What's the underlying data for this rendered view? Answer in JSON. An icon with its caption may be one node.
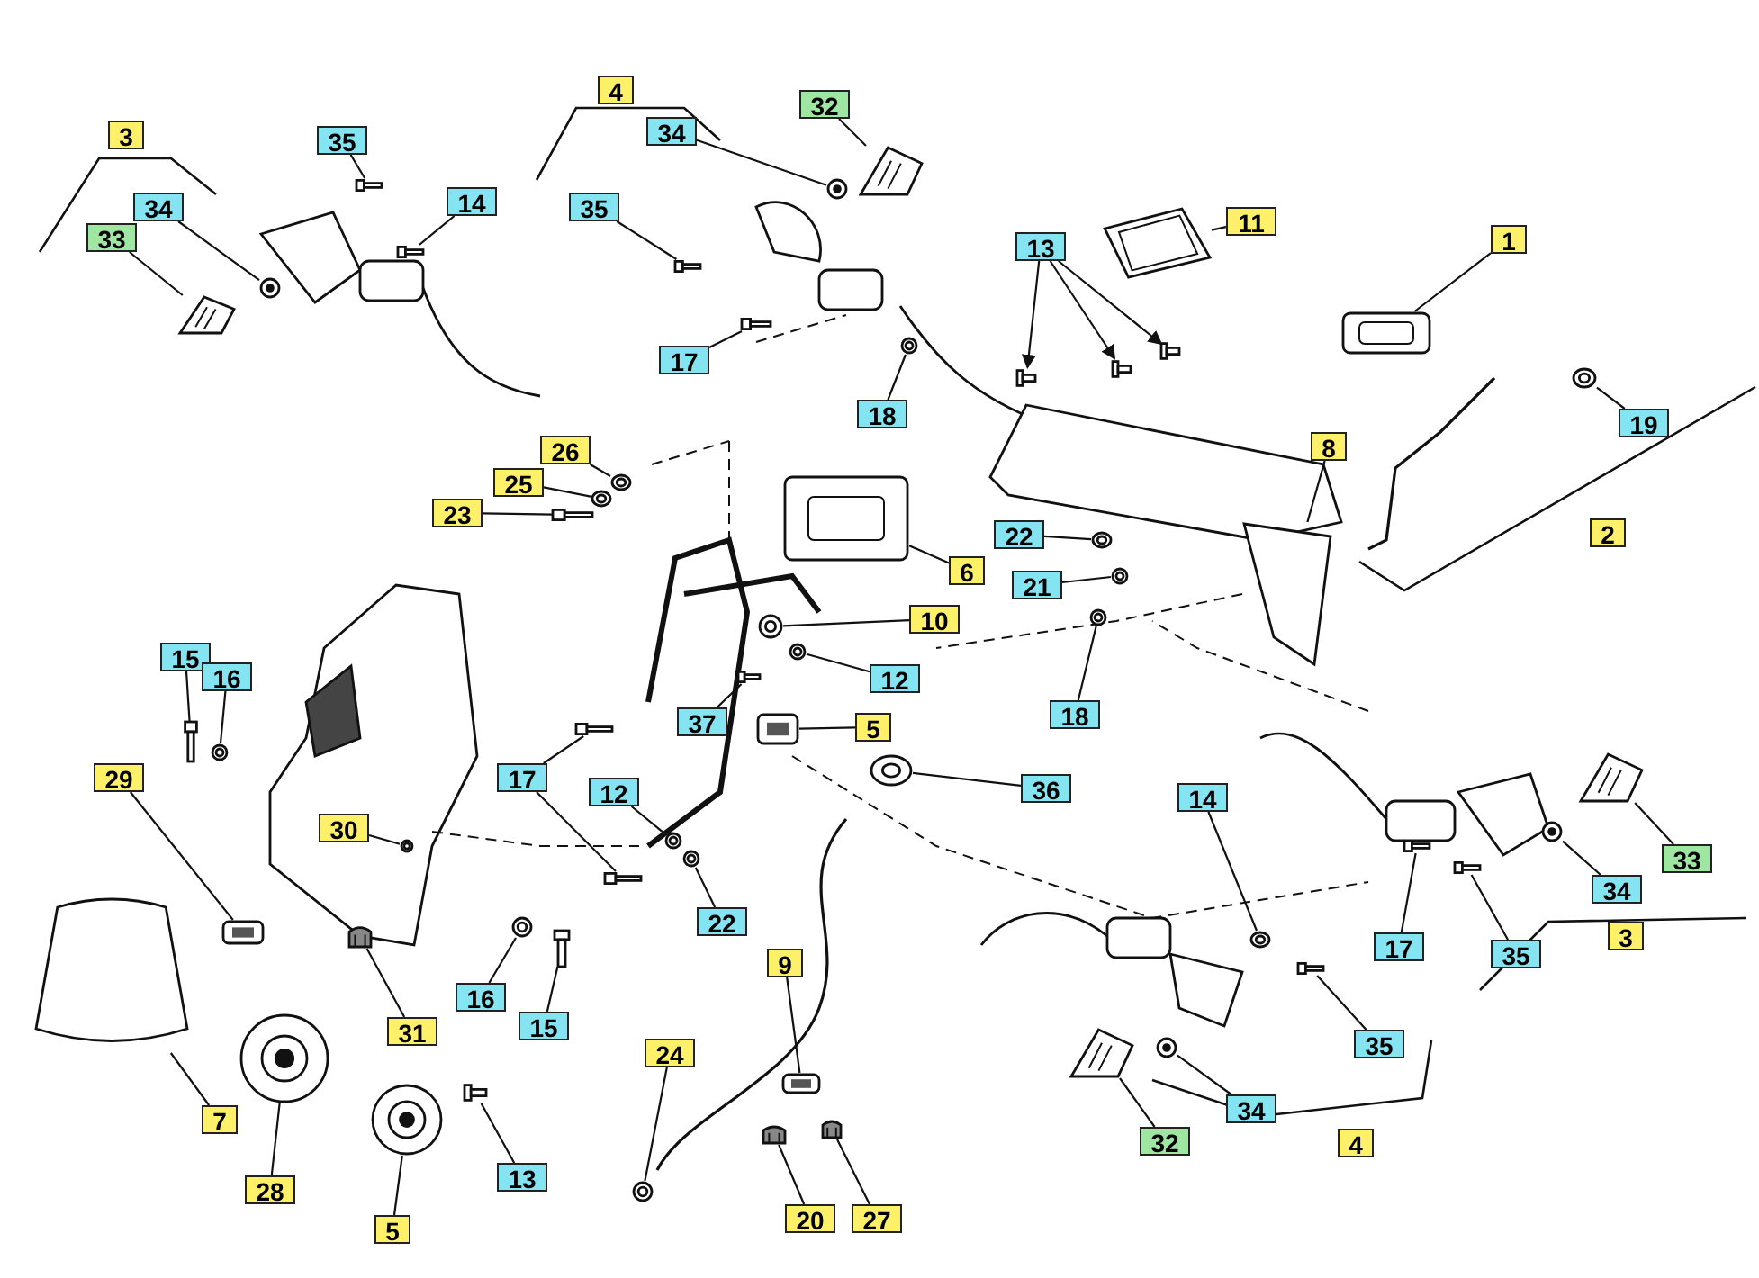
{
  "diagram": {
    "nodes": [
      {
        "text": [
          "35"
        ]
      },
      {
        "text": [],
        "shape": "picture"
      },
      {
        "text": [
          "34"
        ]
      },
      {
        "text": [],
        "shape": "circle"
      },
      {
        "text": [
          "14"
        ]
      },
      {
        "text": [],
        "shape": "picture"
      },
      {
        "text": [
          "33"
        ]
      },
      {
        "text": [],
        "shape": "picture"
      },
      {
        "text": [
          "32"
        ]
      },
      {
        "text": [],
        "shape": "picture"
      },
      {
        "text": [
          "34"
        ]
      },
      {
        "text": [],
        "shape": "circle"
      },
      {
        "text": [
          "35"
        ]
      },
      {
        "text": [],
        "shape": "picture"
      },
      {
        "text": [
          "17"
        ]
      },
      {
        "text": [],
        "shape": "picture"
      },
      {
        "text": [
          "18"
        ]
      },
      {
        "text": [],
        "shape": "picture"
      },
      {
        "text": [
          "13"
        ]
      },
      {
        "text": [],
        "shape": "picture"
      },
      {
        "text": [],
        "shape": "picture"
      },
      {
        "text": [],
        "shape": "picture"
      },
      {
        "text": [
          "11"
        ]
      },
      {
        "text": [],
        "shape": "picture"
      },
      {
        "text": [
          "1"
        ]
      },
      {
        "text": [],
        "shape": "picture"
      },
      {
        "text": [
          "19"
        ]
      },
      {
        "text": [],
        "shape": "picture"
      },
      {
        "text": [
          "8"
        ]
      },
      {
        "text": [],
        "shape": "picture"
      },
      {
        "text": [
          "22"
        ]
      },
      {
        "text": [],
        "shape": "picture"
      },
      {
        "text": [
          "21"
        ]
      },
      {
        "text": [],
        "shape": "picture"
      },
      {
        "text": [
          "6"
        ]
      },
      {
        "text": [],
        "shape": "picture"
      },
      {
        "text": [
          "18"
        ]
      },
      {
        "text": [],
        "shape": "picture"
      },
      {
        "text": [
          "26"
        ]
      },
      {
        "text": [],
        "shape": "picture"
      },
      {
        "text": [
          "25"
        ]
      },
      {
        "text": [],
        "shape": "picture"
      },
      {
        "text": [
          "23"
        ]
      },
      {
        "text": [],
        "shape": "picture"
      },
      {
        "text": [
          "10"
        ]
      },
      {
        "text": [],
        "shape": "picture"
      },
      {
        "text": [
          "12"
        ]
      },
      {
        "text": [],
        "shape": "picture"
      },
      {
        "text": [
          "5"
        ]
      },
      {
        "text": [],
        "shape": "box"
      },
      {
        "text": [
          "37"
        ]
      },
      {
        "text": [],
        "shape": "picture"
      },
      {
        "text": [
          "36"
        ]
      },
      {
        "text": [],
        "shape": "picture"
      },
      {
        "text": [
          "15"
        ]
      },
      {
        "text": [],
        "shape": "picture"
      },
      {
        "text": [
          "16"
        ]
      },
      {
        "text": [],
        "shape": "picture"
      },
      {
        "text": [
          "29"
        ]
      },
      {
        "text": [],
        "shape": "box"
      },
      {
        "text": [
          "30"
        ]
      },
      {
        "text": [],
        "shape": "picture"
      },
      {
        "text": [
          "17"
        ]
      },
      {
        "text": [],
        "shape": "picture"
      },
      {
        "text": [],
        "shape": "picture"
      },
      {
        "text": [
          "12"
        ]
      },
      {
        "text": [],
        "shape": "picture"
      },
      {
        "text": [
          "22"
        ]
      },
      {
        "text": [],
        "shape": "picture"
      },
      {
        "text": [
          "31"
        ]
      },
      {
        "text": [],
        "shape": "picture"
      },
      {
        "text": [
          "16"
        ]
      },
      {
        "text": [],
        "shape": "picture"
      },
      {
        "text": [
          "15"
        ]
      },
      {
        "text": [],
        "shape": "picture"
      },
      {
        "text": [
          "7"
        ]
      },
      {
        "text": [],
        "shape": "picture"
      },
      {
        "text": [
          "28"
        ]
      },
      {
        "text": [],
        "shape": "picture"
      },
      {
        "text": [
          "5"
        ]
      },
      {
        "text": [],
        "shape": "picture"
      },
      {
        "text": [
          "13"
        ]
      },
      {
        "text": [],
        "shape": "picture"
      },
      {
        "text": [
          "24"
        ]
      },
      {
        "text": [],
        "shape": "picture"
      },
      {
        "text": [
          "9"
        ]
      },
      {
        "text": [],
        "shape": "box"
      },
      {
        "text": [
          "20"
        ]
      },
      {
        "text": [],
        "shape": "picture"
      },
      {
        "text": [
          "27"
        ]
      },
      {
        "text": [],
        "shape": "picture"
      },
      {
        "text": [
          "14"
        ]
      },
      {
        "text": [],
        "shape": "picture"
      },
      {
        "text": [
          "17"
        ]
      },
      {
        "text": [],
        "shape": "picture"
      },
      {
        "text": [
          "34"
        ]
      },
      {
        "text": [],
        "shape": "circle"
      },
      {
        "text": [
          "33"
        ]
      },
      {
        "text": [],
        "shape": "picture"
      },
      {
        "text": [
          "35"
        ]
      },
      {
        "text": [],
        "shape": "picture"
      },
      {
        "text": [
          "35"
        ]
      },
      {
        "text": [],
        "shape": "picture"
      },
      {
        "text": [
          "34"
        ]
      },
      {
        "text": [],
        "shape": "circle"
      },
      {
        "text": [
          "32"
        ]
      },
      {
        "text": [],
        "shape": "picture"
      },
      {
        "text": [
          "4"
        ]
      },
      {
        "text": [
          "3"
        ]
      },
      {
        "text": [
          "2"
        ]
      },
      {
        "text": [
          "3"
        ]
      },
      {
        "text": [
          "4"
        ]
      }
    ],
    "edges": [
      {
        "from": 0,
        "to": 1,
        "arrow": "none"
      },
      {
        "from": 2,
        "to": 3,
        "arrow": "none"
      },
      {
        "from": 4,
        "to": 5,
        "arrow": "none"
      },
      {
        "from": 6,
        "to": 7,
        "arrow": "none"
      },
      {
        "from": 8,
        "to": 9,
        "arrow": "none"
      },
      {
        "from": 10,
        "to": 11,
        "arrow": "none"
      },
      {
        "from": 12,
        "to": 13,
        "arrow": "none"
      },
      {
        "from": 14,
        "to": 15,
        "arrow": "none"
      },
      {
        "from": 16,
        "to": 17,
        "arrow": "none"
      },
      {
        "from": 18,
        "to": 19,
        "arrow": "to"
      },
      {
        "from": 18,
        "to": 20,
        "arrow": "to"
      },
      {
        "from": 18,
        "to": 21,
        "arrow": "to"
      },
      {
        "from": 22,
        "to": 23,
        "arrow": "none"
      },
      {
        "from": 24,
        "to": 25,
        "arrow": "none"
      },
      {
        "from": 26,
        "to": 27,
        "arrow": "none"
      },
      {
        "from": 28,
        "to": 29,
        "arrow": "none"
      },
      {
        "from": 30,
        "to": 31,
        "arrow": "none"
      },
      {
        "from": 32,
        "to": 33,
        "arrow": "none"
      },
      {
        "from": 34,
        "to": 35,
        "arrow": "none"
      },
      {
        "from": 36,
        "to": 37,
        "arrow": "none"
      },
      {
        "from": 38,
        "to": 39,
        "arrow": "none"
      },
      {
        "from": 40,
        "to": 41,
        "arrow": "none"
      },
      {
        "from": 42,
        "to": 43,
        "arrow": "none"
      },
      {
        "from": 44,
        "to": 45,
        "arrow": "none"
      },
      {
        "from": 46,
        "to": 47,
        "arrow": "none"
      },
      {
        "from": 48,
        "to": 49,
        "arrow": "none"
      },
      {
        "from": 50,
        "to": 51,
        "arrow": "none"
      },
      {
        "from": 52,
        "to": 53,
        "arrow": "none"
      },
      {
        "from": 54,
        "to": 55,
        "arrow": "none"
      },
      {
        "from": 56,
        "to": 57,
        "arrow": "none"
      },
      {
        "from": 58,
        "to": 59,
        "arrow": "none"
      },
      {
        "from": 60,
        "to": 61,
        "arrow": "none"
      },
      {
        "from": 62,
        "to": 63,
        "arrow": "none"
      },
      {
        "from": 62,
        "to": 64,
        "arrow": "none"
      },
      {
        "from": 65,
        "to": 66,
        "arrow": "none"
      },
      {
        "from": 67,
        "to": 68,
        "arrow": "none"
      },
      {
        "from": 69,
        "to": 70,
        "arrow": "none"
      },
      {
        "from": 71,
        "to": 72,
        "arrow": "none"
      },
      {
        "from": 73,
        "to": 74,
        "arrow": "none"
      },
      {
        "from": 75,
        "to": 76,
        "arrow": "none"
      },
      {
        "from": 77,
        "to": 78,
        "arrow": "none"
      },
      {
        "from": 79,
        "to": 80,
        "arrow": "none"
      },
      {
        "from": 81,
        "to": 82,
        "arrow": "none"
      },
      {
        "from": 83,
        "to": 84,
        "arrow": "none"
      },
      {
        "from": 85,
        "to": 86,
        "arrow": "none"
      },
      {
        "from": 87,
        "to": 88,
        "arrow": "none"
      },
      {
        "from": 89,
        "to": 90,
        "arrow": "none"
      },
      {
        "from": 91,
        "to": 92,
        "arrow": "none"
      },
      {
        "from": 93,
        "to": 94,
        "arrow": "none"
      },
      {
        "from": 95,
        "to": 96,
        "arrow": "none"
      },
      {
        "from": 97,
        "to": 98,
        "arrow": "none"
      },
      {
        "from": 99,
        "to": 100,
        "arrow": "none"
      },
      {
        "from": 101,
        "to": 102,
        "arrow": "none"
      },
      {
        "from": 103,
        "to": 104,
        "arrow": "none"
      },
      {
        "from": 105,
        "to": 106,
        "arrow": "none"
      }
    ]
  }
}
